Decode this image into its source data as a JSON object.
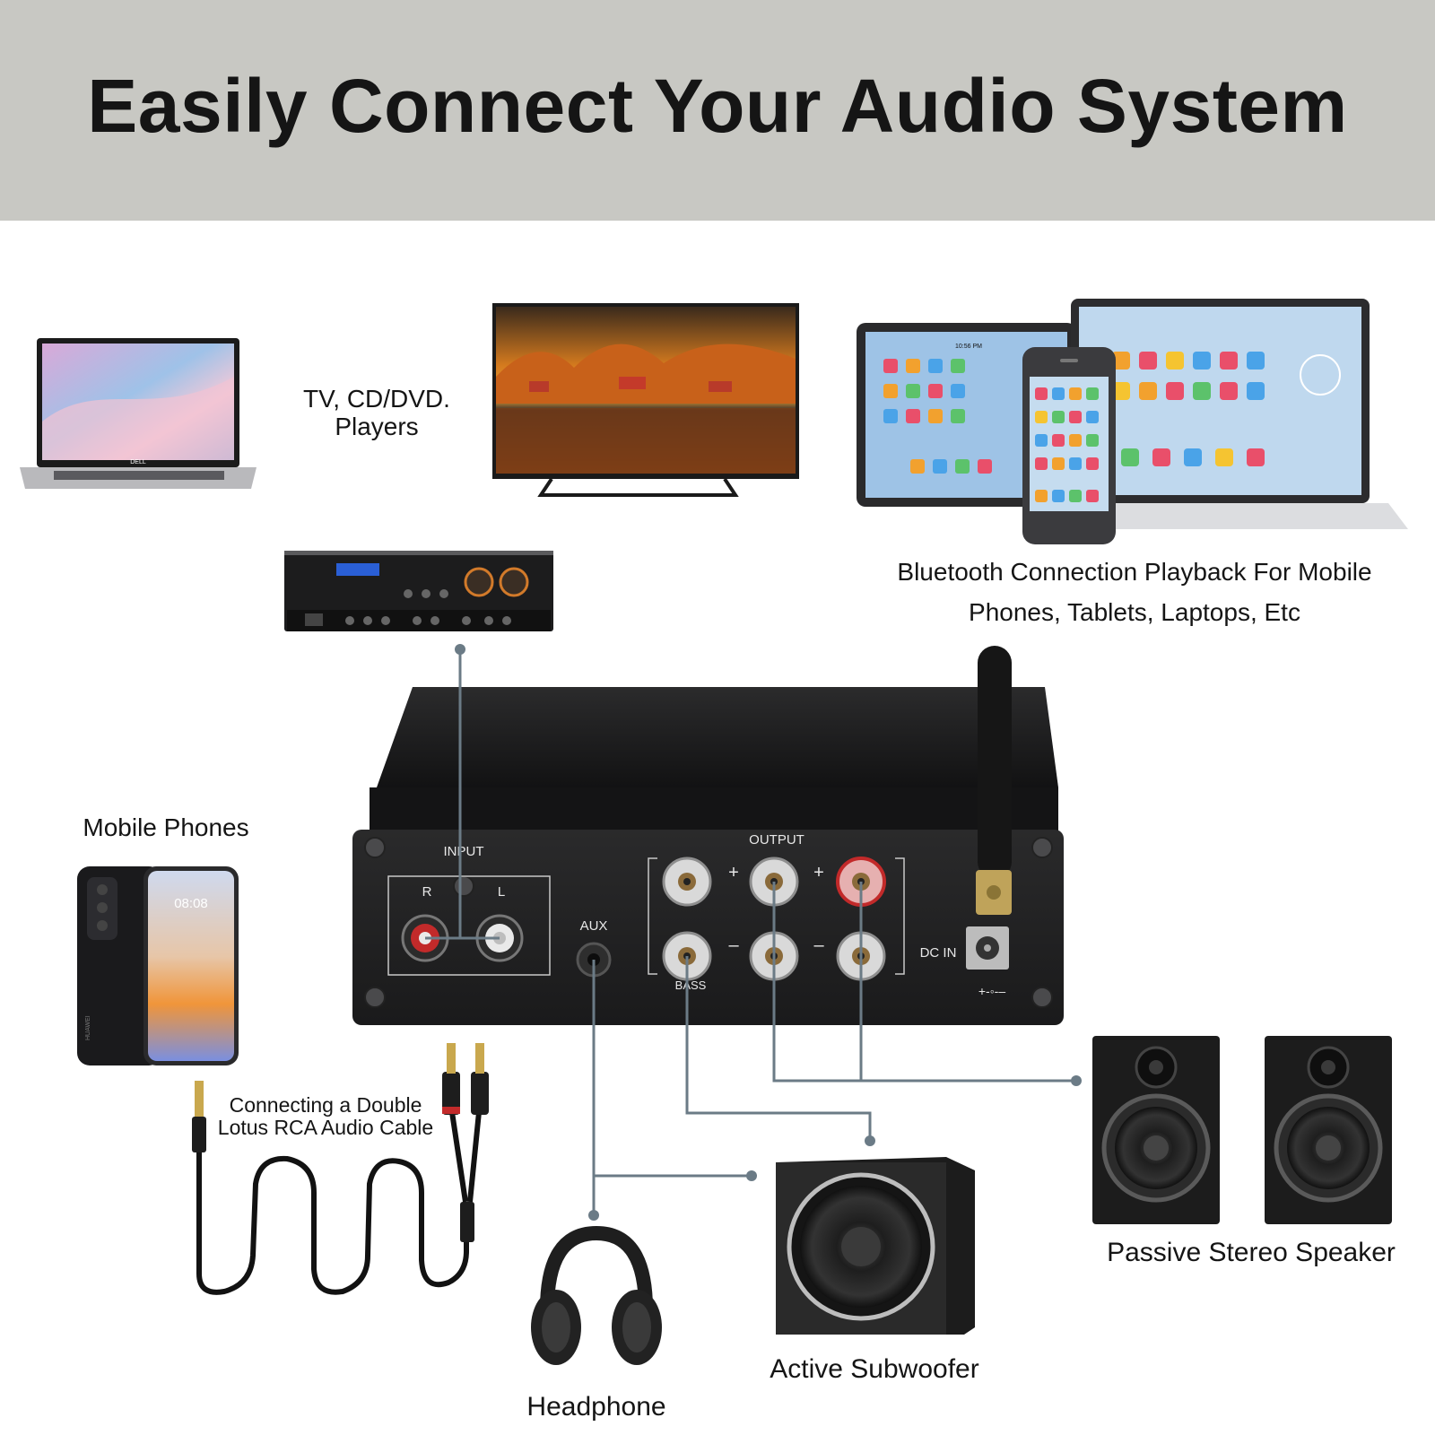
{
  "title": "Easily Connect Your Audio System",
  "labels": {
    "tv_players": "TV, CD/DVD. Players",
    "bluetooth": "Bluetooth Connection Playback For Mobile Phones, Tablets, Laptops, Etc",
    "mobile_phones": "Mobile Phones",
    "rca_cable": "Connecting a Double Lotus RCA Audio Cable",
    "headphone": "Headphone",
    "subwoofer": "Active Subwoofer",
    "passive_speaker": "Passive Stereo Speaker"
  },
  "amp_panel": {
    "input": "INPUT",
    "right": "R",
    "left": "L",
    "aux": "AUX",
    "output": "OUTPUT",
    "plus": "+",
    "minus": "–",
    "bass": "BASS",
    "dc_in": "DC IN",
    "polarity": "+-◦-–"
  },
  "devices": {
    "laptop_brand": "DELL",
    "tablet_time": "10:56 PM",
    "phone_time": "08:08",
    "phone_brand": "HUAWEI"
  },
  "colors": {
    "banner": "#c8c8c3",
    "connector_line": "#6b7b86",
    "amp_body": "#1b1b1c",
    "rca_red": "#c22a2a"
  }
}
